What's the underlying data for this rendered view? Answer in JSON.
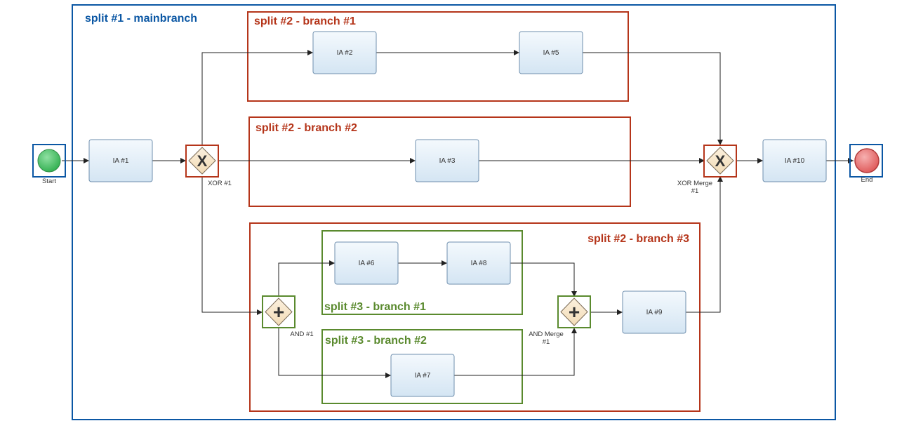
{
  "colors": {
    "mainbranch": "#0b57a4",
    "split2": "#b5351a",
    "split3": "#5a8a2e",
    "flow": "#222222",
    "task_fill_top": "#f4f9fd",
    "task_fill_bottom": "#d4e5f3",
    "task_stroke": "#6f8fae",
    "gateway_fill": "#f8e7cc",
    "start_fill": "#3fbf5f",
    "end_fill": "#e86b6b"
  },
  "regions": {
    "main": "split #1 - mainbranch",
    "split2_b1": "split #2 - branch #1",
    "split2_b2": "split #2 - branch #2",
    "split2_b3": "split #2 - branch #3",
    "split3_b1": "split #3 - branch #1",
    "split3_b2": "split #3 - branch #2"
  },
  "tasks": {
    "ia1": "IA #1",
    "ia2": "IA #2",
    "ia3": "IA #3",
    "ia5": "IA #5",
    "ia6": "IA #6",
    "ia7": "IA #7",
    "ia8": "IA #8",
    "ia9": "IA #9",
    "ia10": "IA #10"
  },
  "events": {
    "start": "Start",
    "end": "End"
  },
  "gateways": {
    "xor1": {
      "symbol": "X",
      "label": "XOR #1"
    },
    "xor_merge": {
      "symbol": "X",
      "label_line1": "XOR Merge",
      "label_line2": "#1"
    },
    "and1": {
      "symbol": "+",
      "label": "AND #1"
    },
    "and_merge": {
      "symbol": "+",
      "label_line1": "AND Merge",
      "label_line2": "#1"
    }
  }
}
